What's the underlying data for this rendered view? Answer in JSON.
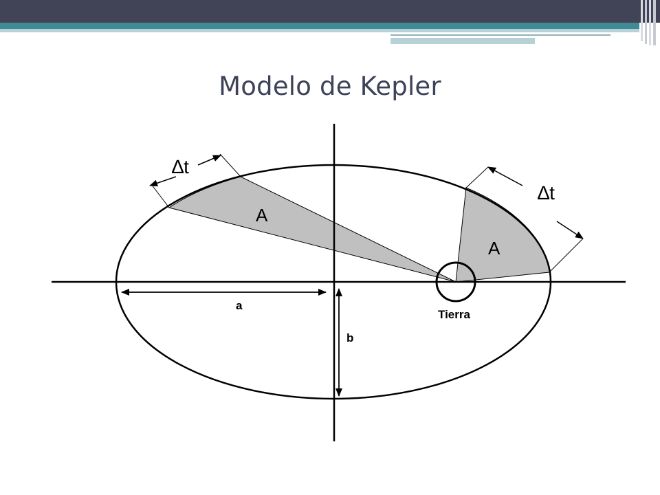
{
  "slide": {
    "title": "Modelo de Kepler"
  },
  "colors": {
    "header_dark": "#414356",
    "header_teal": "#3f8a94",
    "header_light_teal": "#b7d2d6",
    "title_text": "#3e4258",
    "sector_fill": "#c0c0c0",
    "line": "#000000"
  },
  "diagram": {
    "area_label_left": "A",
    "area_label_right": "A",
    "delta_t_left": "∆t",
    "delta_t_right": "∆t",
    "semi_major_label": "a",
    "semi_minor_label": "b",
    "earth_label": "Tierra"
  }
}
